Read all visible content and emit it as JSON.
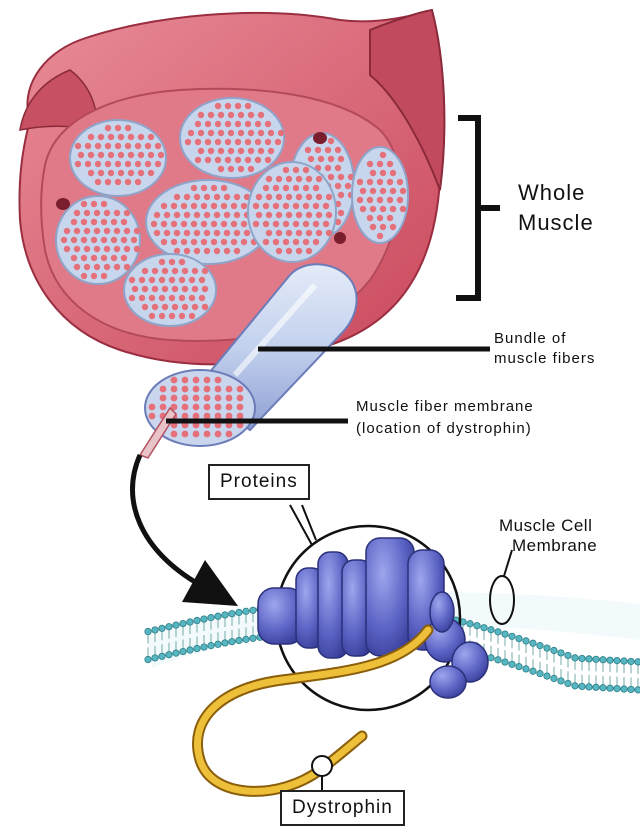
{
  "labels": {
    "whole_muscle_line1": "Whole",
    "whole_muscle_line2": "Muscle",
    "bundle_line1": "Bundle of",
    "bundle_line2": "muscle fibers",
    "membrane_line1": "Muscle fiber membrane",
    "membrane_line2": "(location of dystrophin)",
    "proteins": "Proteins",
    "cell_membrane_line1": "Muscle Cell",
    "cell_membrane_line2": "Membrane",
    "dystrophin": "Dystrophin"
  },
  "colors": {
    "muscle_outer": "#d4566a",
    "muscle_inner": "#e58a95",
    "fascicle_fill": "#c7d6ec",
    "fiber_dot": "#e5707a",
    "bundle_tube": "#c9d7f0",
    "protein": "#5a62c0",
    "lipid_head": "#56b6c2",
    "dystrophin": "#e6b21e"
  }
}
